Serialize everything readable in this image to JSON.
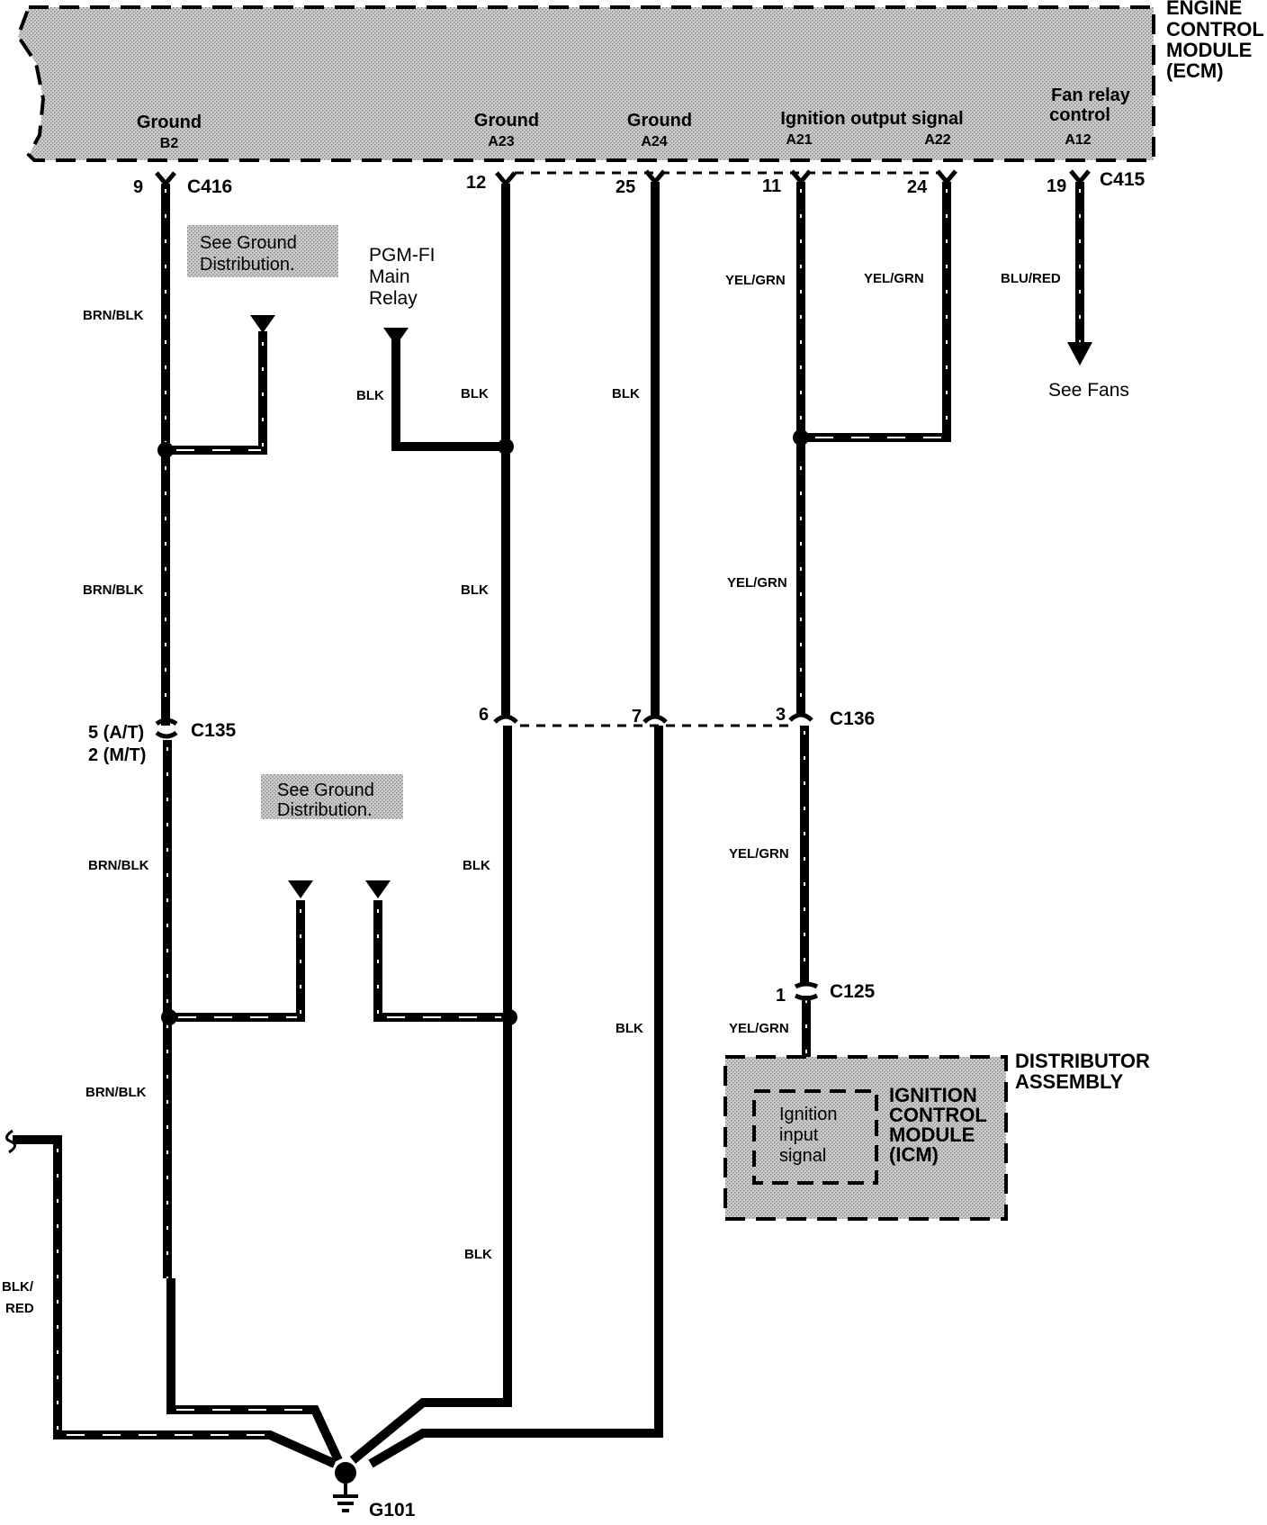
{
  "ecm": {
    "title": [
      "ENGINE",
      "CONTROL",
      "MODULE",
      "(ECM)"
    ],
    "terminals": [
      {
        "name": "Ground",
        "code": "B2",
        "pin": "9"
      },
      {
        "name": "Ground",
        "code": "A23",
        "pin": "12"
      },
      {
        "name": "Ground",
        "code": "A24",
        "pin": "25"
      },
      {
        "name": "Ignition output signal",
        "code": "A21",
        "pin": "11"
      },
      {
        "name": "",
        "code": "A22",
        "pin": "24"
      },
      {
        "name": [
          "Fan relay",
          "control"
        ],
        "code": "A12",
        "pin": "19"
      }
    ]
  },
  "connectors": {
    "c416": "C416",
    "c415": "C415",
    "c135": "C135",
    "c135_pins": [
      "5 (A/T)",
      "2 (M/T)"
    ],
    "c136": "C136",
    "c136_pins": [
      "6",
      "7",
      "3"
    ],
    "c125": "C125",
    "c125_pin": "1"
  },
  "notes": {
    "ground_dist_1": [
      "See Ground",
      "Distribution."
    ],
    "ground_dist_2": [
      "See Ground",
      "Distribution."
    ],
    "pgm_relay": [
      "PGM-FI",
      "Main",
      "Relay"
    ],
    "see_fans": "See Fans"
  },
  "wire_labels": {
    "brn_blk": "BRN/BLK",
    "blk": "BLK",
    "yel_grn": "YEL/GRN",
    "blu_red": "BLU/RED",
    "blk_red": [
      "BLK/",
      "RED"
    ]
  },
  "distributor": {
    "title": [
      "DISTRIBUTOR",
      "ASSEMBLY"
    ],
    "icm_title": [
      "IGNITION",
      "CONTROL",
      "MODULE",
      "(ICM)"
    ],
    "icm_input": [
      "Ignition",
      "input",
      "signal"
    ]
  },
  "ground": "G101"
}
